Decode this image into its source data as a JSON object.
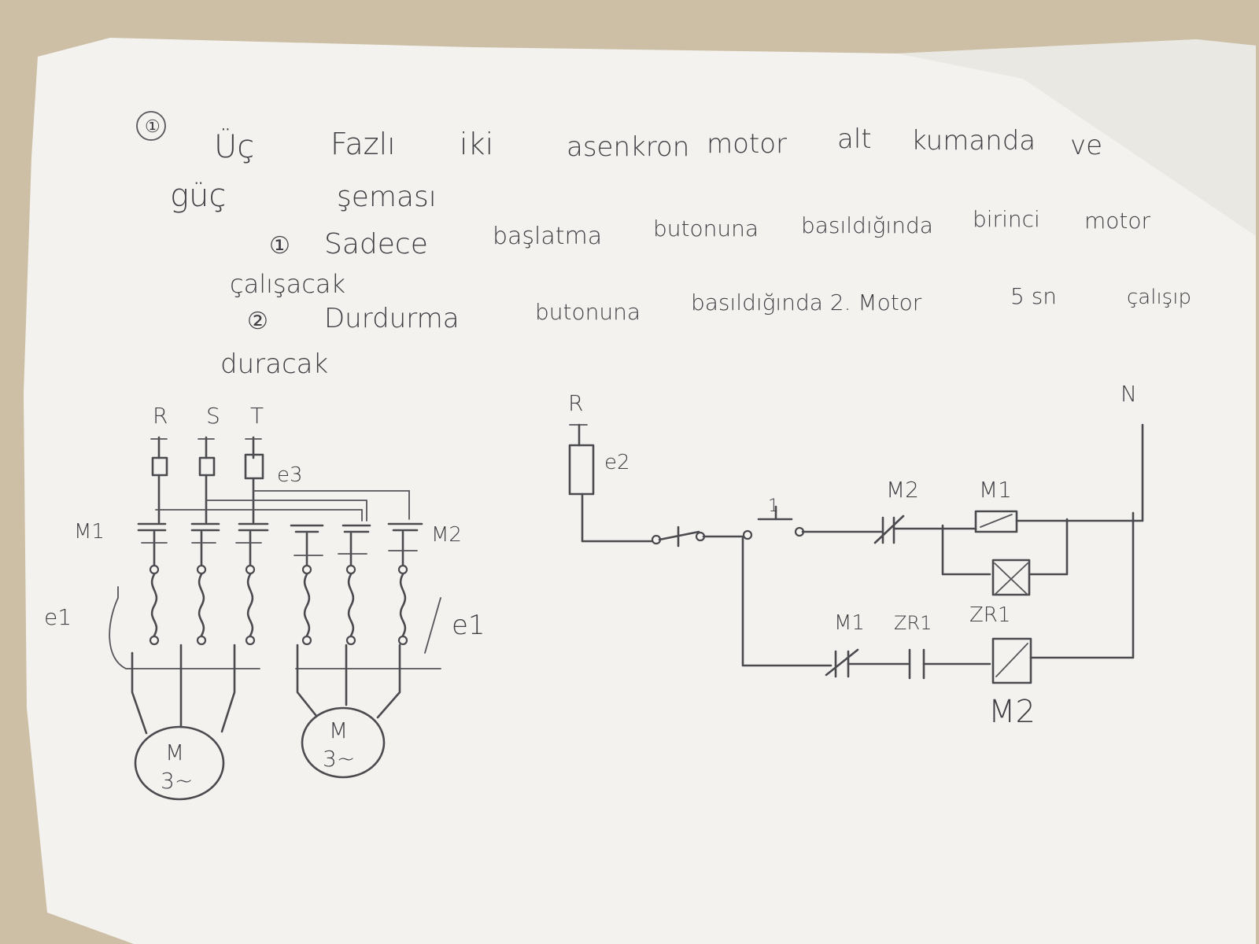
{
  "note": {
    "task_number": "①",
    "line1": [
      "Üç",
      "Fazlı",
      "iki",
      "asenkron",
      "motor",
      "alt",
      "kumanda",
      "ve"
    ],
    "line2": [
      "güç",
      "şeması"
    ],
    "item1_number": "①",
    "item1_line1": [
      "Sadece",
      "başlatma",
      "butonuna",
      "basıldığında",
      "birinci",
      "motor"
    ],
    "item1_line2": "çalışacak",
    "item2_number": "②",
    "item2_line1": [
      "Durdurma",
      "butonuna",
      "basıldığında 2. Motor",
      "5 sn",
      "çalışıp"
    ],
    "item2_line2": "duracak"
  },
  "power_circuit": {
    "phases": [
      "R",
      "S",
      "T"
    ],
    "fuse_label": "e3",
    "contactor_left": "M1",
    "contactor_right": "M2",
    "relay_left": "e1",
    "relay_right": "e1",
    "motor_left": {
      "line1": "M",
      "line2": "3~"
    },
    "motor_right": {
      "line1": "M",
      "line2": "3~"
    }
  },
  "control_circuit": {
    "supply_line": "R",
    "neutral": "N",
    "fuse_label": "e2",
    "start_button": "1",
    "m2_contact": "M2",
    "m1_coil": "M1",
    "m1_contact": "M1",
    "timer_contact": "ZR1",
    "timer_coil": "ZR1",
    "m2_coil": "M2"
  }
}
